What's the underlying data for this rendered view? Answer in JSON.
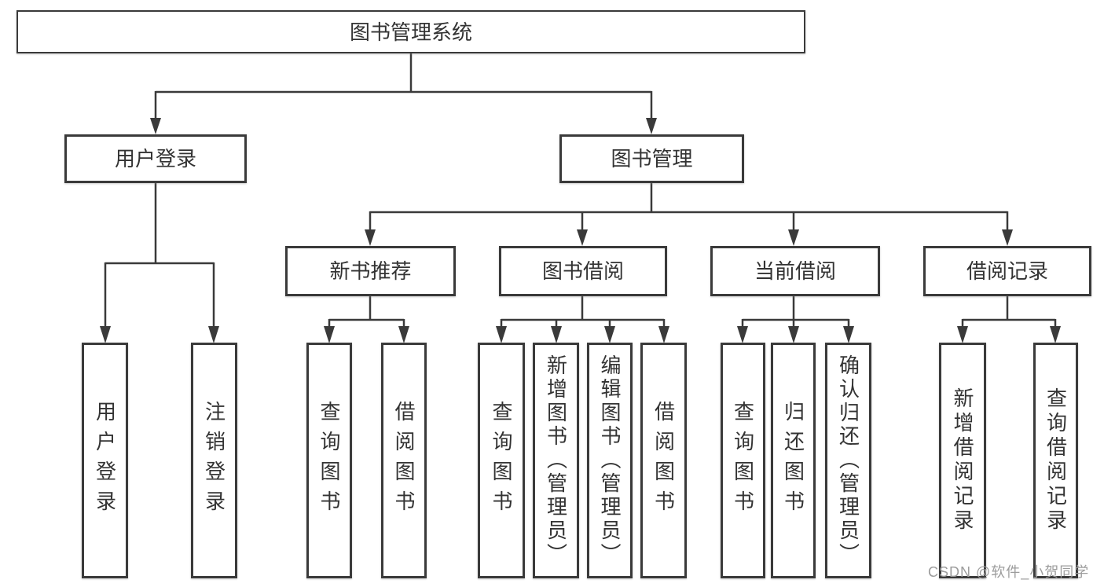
{
  "nodes": {
    "root": {
      "label": "图书管理系统"
    },
    "level2": {
      "user_login": {
        "label": "用户登录"
      },
      "book_management": {
        "label": "图书管理"
      }
    },
    "level3": {
      "new_books": {
        "label": "新书推荐"
      },
      "book_borrowing": {
        "label": "图书借阅"
      },
      "current_borrowing": {
        "label": "当前借阅"
      },
      "borrowing_records": {
        "label": "借阅记录"
      }
    },
    "leaves": {
      "user_login": {
        "label": "用户登录"
      },
      "logout": {
        "label": "注销登录"
      },
      "nb_query_books": {
        "label": "查询图书"
      },
      "nb_borrow_books": {
        "label": "借阅图书"
      },
      "bb_query_books": {
        "label": "查询图书"
      },
      "bb_add_books": {
        "label": "新增图书（管理员）"
      },
      "bb_edit_books": {
        "label": "编辑图书（管理员）"
      },
      "bb_borrow_books": {
        "label": "借阅图书"
      },
      "cb_query_books": {
        "label": "查询图书"
      },
      "cb_return_books": {
        "label": "归还图书"
      },
      "cb_confirm_return": {
        "label": "确认归还（管理员）"
      },
      "br_add_record": {
        "label": "新增借阅记录"
      },
      "br_query_record": {
        "label": "查询借阅记录"
      }
    }
  },
  "watermark": {
    "text": "CSDN @软件_小贺同学"
  },
  "colors": {
    "line": "#3a3a3a",
    "box_border": "#3a3a3a",
    "text": "#333333",
    "watermark": "#9c9c9c",
    "background": "#ffffff"
  }
}
